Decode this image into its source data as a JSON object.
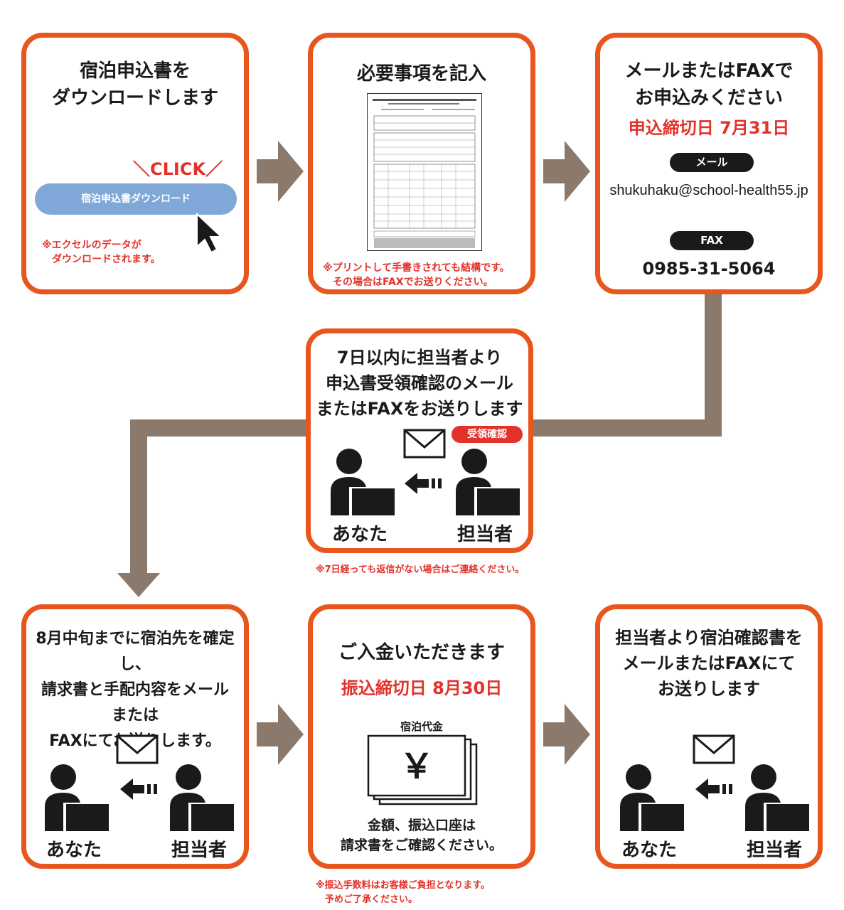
{
  "steps": {
    "step1": {
      "title": "宿泊申込書を\nダウンロードします",
      "click_label": "＼CLICK／",
      "download_button": "宿泊申込書ダウンロード",
      "note": "※エクセルのデータが\n　ダウンロードされます。"
    },
    "step2": {
      "title": "必要事項を記入",
      "note": "※プリントして手書きされても結構です。\n　その場合はFAXでお送りください。"
    },
    "step3": {
      "title": "メールまたはFAXで\nお申込みください",
      "deadline": "申込締切日 7月31日",
      "mail_badge": "メール",
      "email": "shukuhaku@school-health55.jp",
      "fax_badge": "FAX",
      "fax_number": "0985-31-5064"
    },
    "step4": {
      "title": "7日以内に担当者より\n申込書受領確認のメール\nまたはFAXをお送りします",
      "badge": "受領確認",
      "you": "あなた",
      "staff": "担当者",
      "note": "※7日経っても返信がない場合はご連絡ください。"
    },
    "step5": {
      "title": "8月中旬までに宿泊先を確定し、\n請求書と手配内容をメール\nまたは\nFAXにてお送りします。",
      "you": "あなた",
      "staff": "担当者"
    },
    "step6": {
      "title": "ご入金いただきます",
      "deadline": "振込締切日 8月30日",
      "bill_label": "宿泊代金",
      "yen": "￥",
      "body": "金額、振込口座は\n請求書をご確認ください。",
      "note": "※振込手数料はお客様ご負担となります。\n　予めご了承ください。"
    },
    "step7": {
      "title": "担当者より宿泊確認書を\nメールまたはFAXにて\nお送りします",
      "you": "あなた",
      "staff": "担当者"
    }
  },
  "colors": {
    "accent": "#e8561e",
    "deadline_red": "#e2322a",
    "arrow": "#8b7a6c",
    "button": "#7fa8d8"
  },
  "icons": [
    "cursor-arrow-icon",
    "envelope-icon",
    "send-arrow-icon",
    "person-at-desk-icon",
    "bills-yen-icon",
    "application-form-thumbnail"
  ]
}
